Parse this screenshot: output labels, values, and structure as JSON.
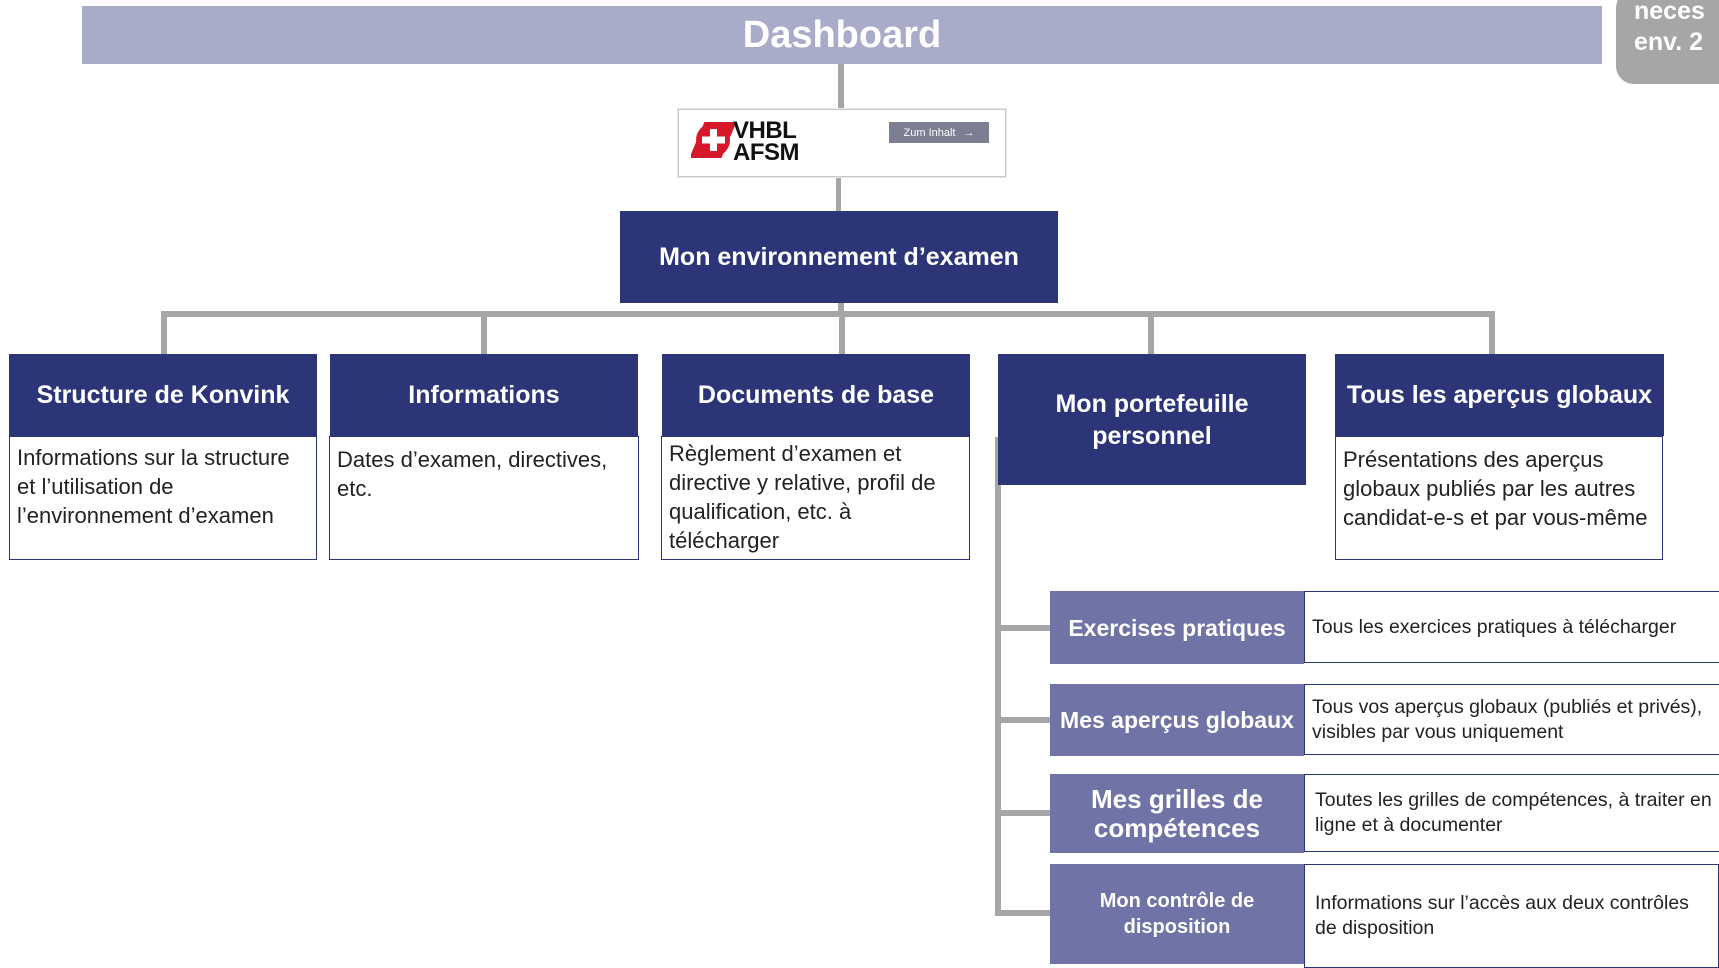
{
  "header": {
    "title": "Dashboard"
  },
  "corner_tab": {
    "line1": "neces",
    "line2": "env. 2"
  },
  "logo": {
    "line1": "VHBL",
    "line2": "AFSM",
    "button_label": "Zum Inhalt",
    "button_arrow": "→"
  },
  "root": {
    "label": "Mon environnement d’examen"
  },
  "categories": [
    {
      "title": "Structure de Konvink",
      "description": "Informations sur la structure et l’utilisation de l’environnement d’examen"
    },
    {
      "title": "Informations",
      "description": "Dates d’examen, directives, etc."
    },
    {
      "title": "Documents de base",
      "description": "Règlement d’examen et directive y relative, profil de qualification, etc. à télécharger"
    },
    {
      "title": "Mon portefeuille personnel"
    },
    {
      "title": "Tous les aperçus globaux",
      "description": "Présentations des aperçus globaux publiés par les autres candidat-e-s et par vous-même"
    }
  ],
  "portfolio_items": [
    {
      "title": "Exercises pratiques",
      "description": "Tous les exercices pratiques à télécharger"
    },
    {
      "title": "Mes aperçus globaux",
      "description": "Tous vos aperçus globaux (publiés et privés), visibles par vous uniquement"
    },
    {
      "title": "Mes grilles de compétences",
      "description": "Toutes les grilles de compétences, à traiter en ligne et à documenter"
    },
    {
      "title": "Mon contrôle de disposition",
      "description": "Informations sur l’accès aux deux contrôles de disposition"
    }
  ],
  "colors": {
    "header": "#a9acc9",
    "navy": "#2d3579",
    "lavender": "#6f73a5",
    "connector": "#a6a6a6",
    "logo_red": "#d7182a"
  }
}
